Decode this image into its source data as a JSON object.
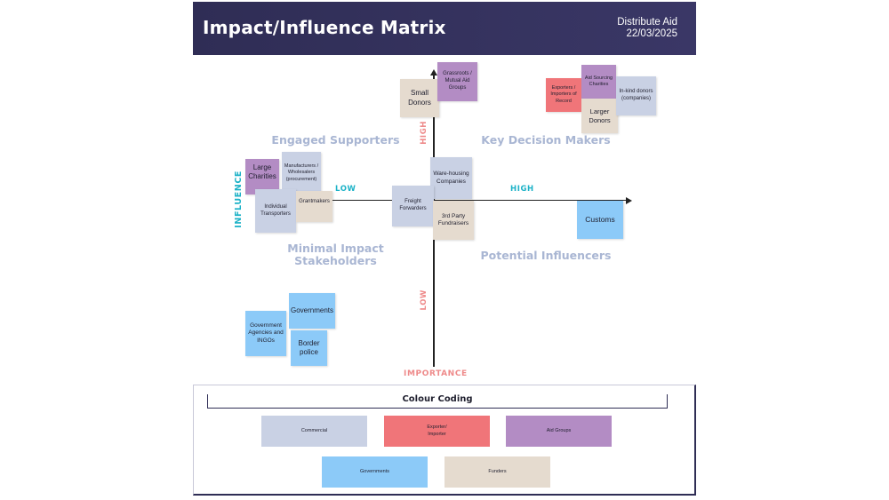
{
  "header": {
    "title": "Impact/Influence Matrix",
    "organization": "Distribute Aid",
    "date": "22/03/2025"
  },
  "colors": {
    "header_bg": "#2f2d55",
    "commercial": "#c9d1e4",
    "exporter_importer": "#f07579",
    "aid_groups": "#b38cc4",
    "governments": "#8ccaf8",
    "funders": "#e5dbcf",
    "axis_teal": "#1cb2c7",
    "axis_red": "#ee8a8a",
    "quadrant_label": "#a9b6d3"
  },
  "axes": {
    "influence_label": "INFLUENCE",
    "influence_low": "LOW",
    "influence_high": "HIGH",
    "importance_label": "IMPORTANCE",
    "importance_low": "LOW",
    "importance_high": "HIGH"
  },
  "quadrants": {
    "top_left": "Engaged Supporters",
    "top_right": "Key Decision Makers",
    "bottom_left_line1": "Minimal Impact",
    "bottom_left_line2": "Stakeholders",
    "bottom_right": "Potential Influencers"
  },
  "notes": {
    "small_donors": "Small Donors",
    "grassroots": "Grassroots / Mutual Aid Groups",
    "exporters": "Exporters / Importers of Record",
    "aid_sourcing": "Aid Sourcing Charities",
    "larger_donors": "Larger Donors",
    "inkind_donors": "In-kind donors (companies)",
    "large_charities": "Large Charities",
    "manufacturers": "Manufacturers / Wholesalers (procurement)",
    "individual_transporters": "Individual Transporters",
    "grantmakers": "Grantmakers",
    "warehousing": "Ware-housing Companies",
    "freight_forwarders": "Freight Forwarders",
    "third_party": "3rd Party Fundraisers",
    "customs": "Customs",
    "governments": "Governments",
    "gov_agencies": "Government Agencies and INGOs",
    "border_police": "Border police"
  },
  "legend": {
    "title": "Colour Coding",
    "commercial": "Commercial",
    "exporter_line1": "Exporter/",
    "exporter_line2": "Importer",
    "aid_groups": "Aid Groups",
    "governments": "Governments",
    "funders": "Funders"
  }
}
